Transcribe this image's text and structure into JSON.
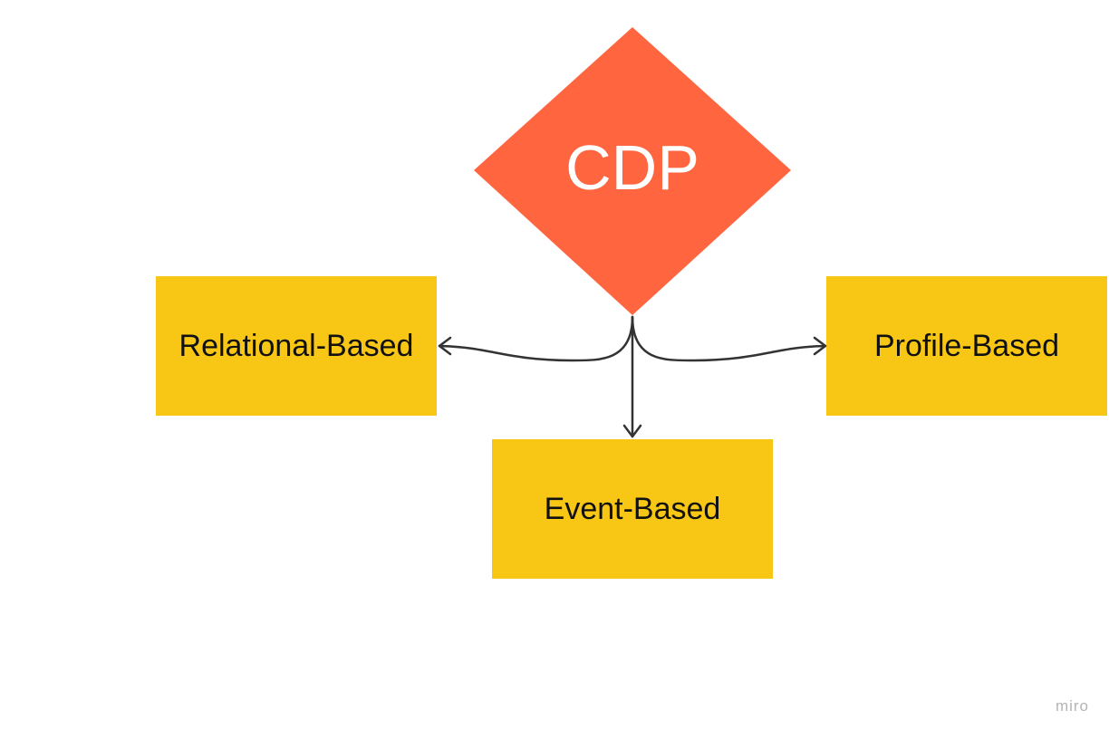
{
  "diagram": {
    "center": {
      "label": "CDP",
      "shape": "diamond",
      "color": "#ff6640",
      "text_color": "#ffffff"
    },
    "nodes": [
      {
        "id": "relational",
        "label": "Relational-Based"
      },
      {
        "id": "event",
        "label": "Event-Based"
      },
      {
        "id": "profile",
        "label": "Profile-Based"
      }
    ],
    "node_color": "#f8c715",
    "connector_color": "#333333",
    "edges": [
      {
        "from": "CDP",
        "to": "Relational-Based"
      },
      {
        "from": "CDP",
        "to": "Event-Based"
      },
      {
        "from": "CDP",
        "to": "Profile-Based"
      }
    ]
  },
  "watermark": "miro"
}
